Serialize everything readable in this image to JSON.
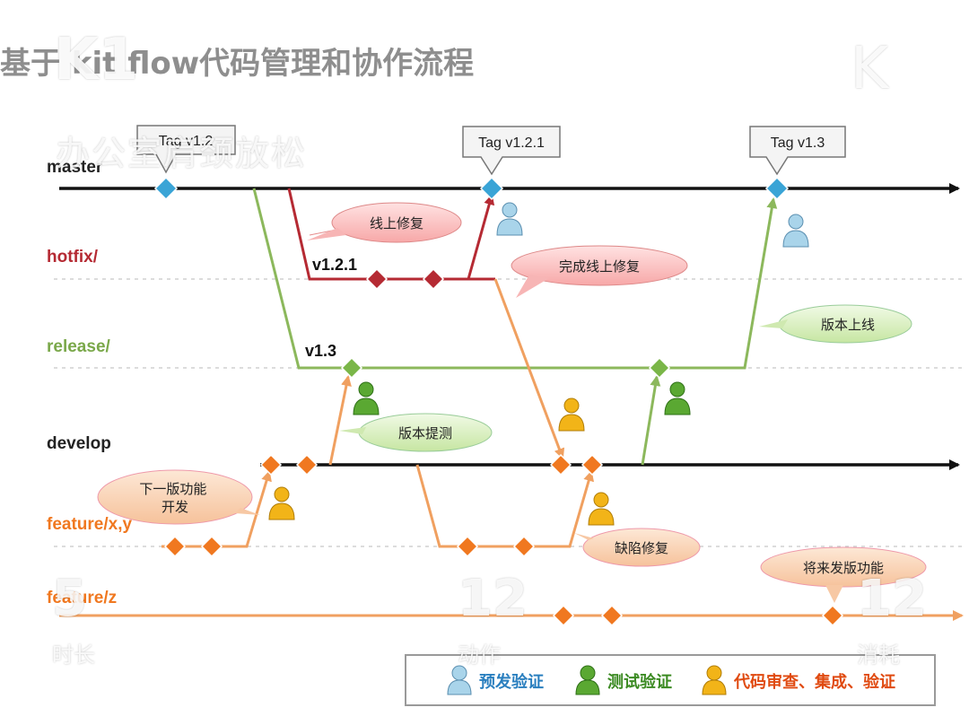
{
  "title": "基于 kit flow代码管理和协作流程",
  "branches": {
    "master": "master",
    "hotfix": "hotfix/",
    "release": "release/",
    "develop": "develop",
    "feature_xy": "feature/x,y",
    "feature_z": "feature/z"
  },
  "tags": [
    "Tag v1.2",
    "Tag v1.2.1",
    "Tag v1.3"
  ],
  "version_labels": [
    "v1.2.1",
    "v1.3"
  ],
  "callouts": [
    "线上修复",
    "完成线上修复",
    "版本上线",
    "版本提测",
    "下一版功能\n开发",
    "缺陷修复",
    "将来发版功能"
  ],
  "legend": [
    {
      "label": "预发验证",
      "color": "#a9d4ea"
    },
    {
      "label": "测试验证",
      "color": "#5aa832"
    },
    {
      "label": "代码审查、集成、验证",
      "color": "#f2b418"
    }
  ],
  "colors": {
    "master_line": "#111111",
    "master_commit": "#3aa4d6",
    "hotfix": "#b52a33",
    "release": "#8cb85c",
    "feature": "#f0a060",
    "feature_commit": "#f07820"
  },
  "overlay": {
    "logo_left": "K1",
    "logo_right": "K",
    "title": "办公室肩颈放松",
    "stats": [
      {
        "value": "5",
        "label": "时长"
      },
      {
        "value": "12",
        "label": "动作"
      },
      {
        "value": "12",
        "label": "消耗"
      }
    ]
  }
}
